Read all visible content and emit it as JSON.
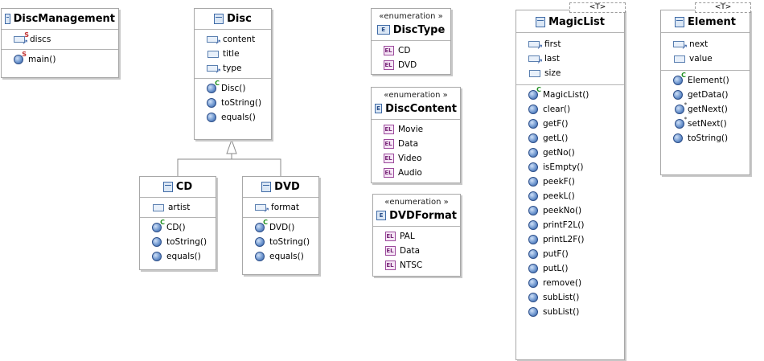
{
  "classes": {
    "discmanagement": {
      "name": "DiscManagement",
      "attributes": [
        {
          "label": "discs",
          "icon": "static-reference-field-icon"
        }
      ],
      "operations": [
        {
          "label": "main()",
          "icon": "static-method-icon"
        }
      ]
    },
    "disc": {
      "name": "Disc",
      "attributes": [
        {
          "label": "content",
          "icon": "reference-field-icon"
        },
        {
          "label": "title",
          "icon": "field-icon"
        },
        {
          "label": "type",
          "icon": "reference-field-icon"
        }
      ],
      "operations": [
        {
          "label": "Disc()",
          "icon": "constructor-icon"
        },
        {
          "label": "toString()",
          "icon": "method-icon"
        },
        {
          "label": "equals()",
          "icon": "method-icon"
        }
      ]
    },
    "cd": {
      "name": "CD",
      "attributes": [
        {
          "label": "artist",
          "icon": "field-icon"
        }
      ],
      "operations": [
        {
          "label": "CD()",
          "icon": "constructor-icon"
        },
        {
          "label": "toString()",
          "icon": "method-icon"
        },
        {
          "label": "equals()",
          "icon": "method-icon"
        }
      ]
    },
    "dvd": {
      "name": "DVD",
      "attributes": [
        {
          "label": "format",
          "icon": "reference-field-icon"
        }
      ],
      "operations": [
        {
          "label": "DVD()",
          "icon": "constructor-icon"
        },
        {
          "label": "toString()",
          "icon": "method-icon"
        },
        {
          "label": "equals()",
          "icon": "method-icon"
        }
      ]
    },
    "disctype": {
      "stereotype": "«enumeration »",
      "name": "DiscType",
      "literals": [
        "CD",
        "DVD"
      ]
    },
    "disccontent": {
      "stereotype": "«enumeration »",
      "name": "DiscContent",
      "literals": [
        "Movie",
        "Data",
        "Video",
        "Audio"
      ]
    },
    "dvdformat": {
      "stereotype": "«enumeration »",
      "name": "DVDFormat",
      "literals": [
        "PAL",
        "Data",
        "NTSC"
      ]
    },
    "magiclist": {
      "name": "MagicList",
      "template_param": "<T>",
      "attributes": [
        {
          "label": "first",
          "icon": "reference-field-icon"
        },
        {
          "label": "last",
          "icon": "reference-field-icon"
        },
        {
          "label": "size",
          "icon": "field-icon"
        }
      ],
      "operations": [
        {
          "label": "MagicList()",
          "icon": "constructor-icon"
        },
        {
          "label": "clear()",
          "icon": "method-icon"
        },
        {
          "label": "getF()",
          "icon": "method-icon"
        },
        {
          "label": "getL()",
          "icon": "method-icon"
        },
        {
          "label": "getNo()",
          "icon": "method-icon"
        },
        {
          "label": "isEmpty()",
          "icon": "method-icon"
        },
        {
          "label": "peekF()",
          "icon": "method-icon"
        },
        {
          "label": "peekL()",
          "icon": "method-icon"
        },
        {
          "label": "peekNo()",
          "icon": "method-icon"
        },
        {
          "label": "printF2L()",
          "icon": "method-icon"
        },
        {
          "label": "printL2F()",
          "icon": "method-icon"
        },
        {
          "label": "putF()",
          "icon": "method-icon"
        },
        {
          "label": "putL()",
          "icon": "method-icon"
        },
        {
          "label": "remove()",
          "icon": "method-icon"
        },
        {
          "label": "subList()",
          "icon": "method-icon"
        },
        {
          "label": "subList()",
          "icon": "method-icon"
        }
      ]
    },
    "element": {
      "name": "Element",
      "template_param": "<T>",
      "attributes": [
        {
          "label": "next",
          "icon": "reference-field-icon"
        },
        {
          "label": "value",
          "icon": "field-icon"
        }
      ],
      "operations": [
        {
          "label": "Element()",
          "icon": "constructor-icon"
        },
        {
          "label": "getData()",
          "icon": "method-icon"
        },
        {
          "label": "getNext()",
          "icon": "generic-method-icon"
        },
        {
          "label": "setNext()",
          "icon": "generic-method-icon"
        },
        {
          "label": "toString()",
          "icon": "method-icon"
        }
      ]
    }
  },
  "relationships": [
    {
      "type": "generalization",
      "from": "CD",
      "to": "Disc"
    },
    {
      "type": "generalization",
      "from": "DVD",
      "to": "Disc"
    }
  ],
  "colors": {
    "border": "#a8a8a8",
    "class_icon": "#3e6aa6",
    "constructor_mark": "#1e8f1e",
    "static_mark": "#c03030"
  }
}
